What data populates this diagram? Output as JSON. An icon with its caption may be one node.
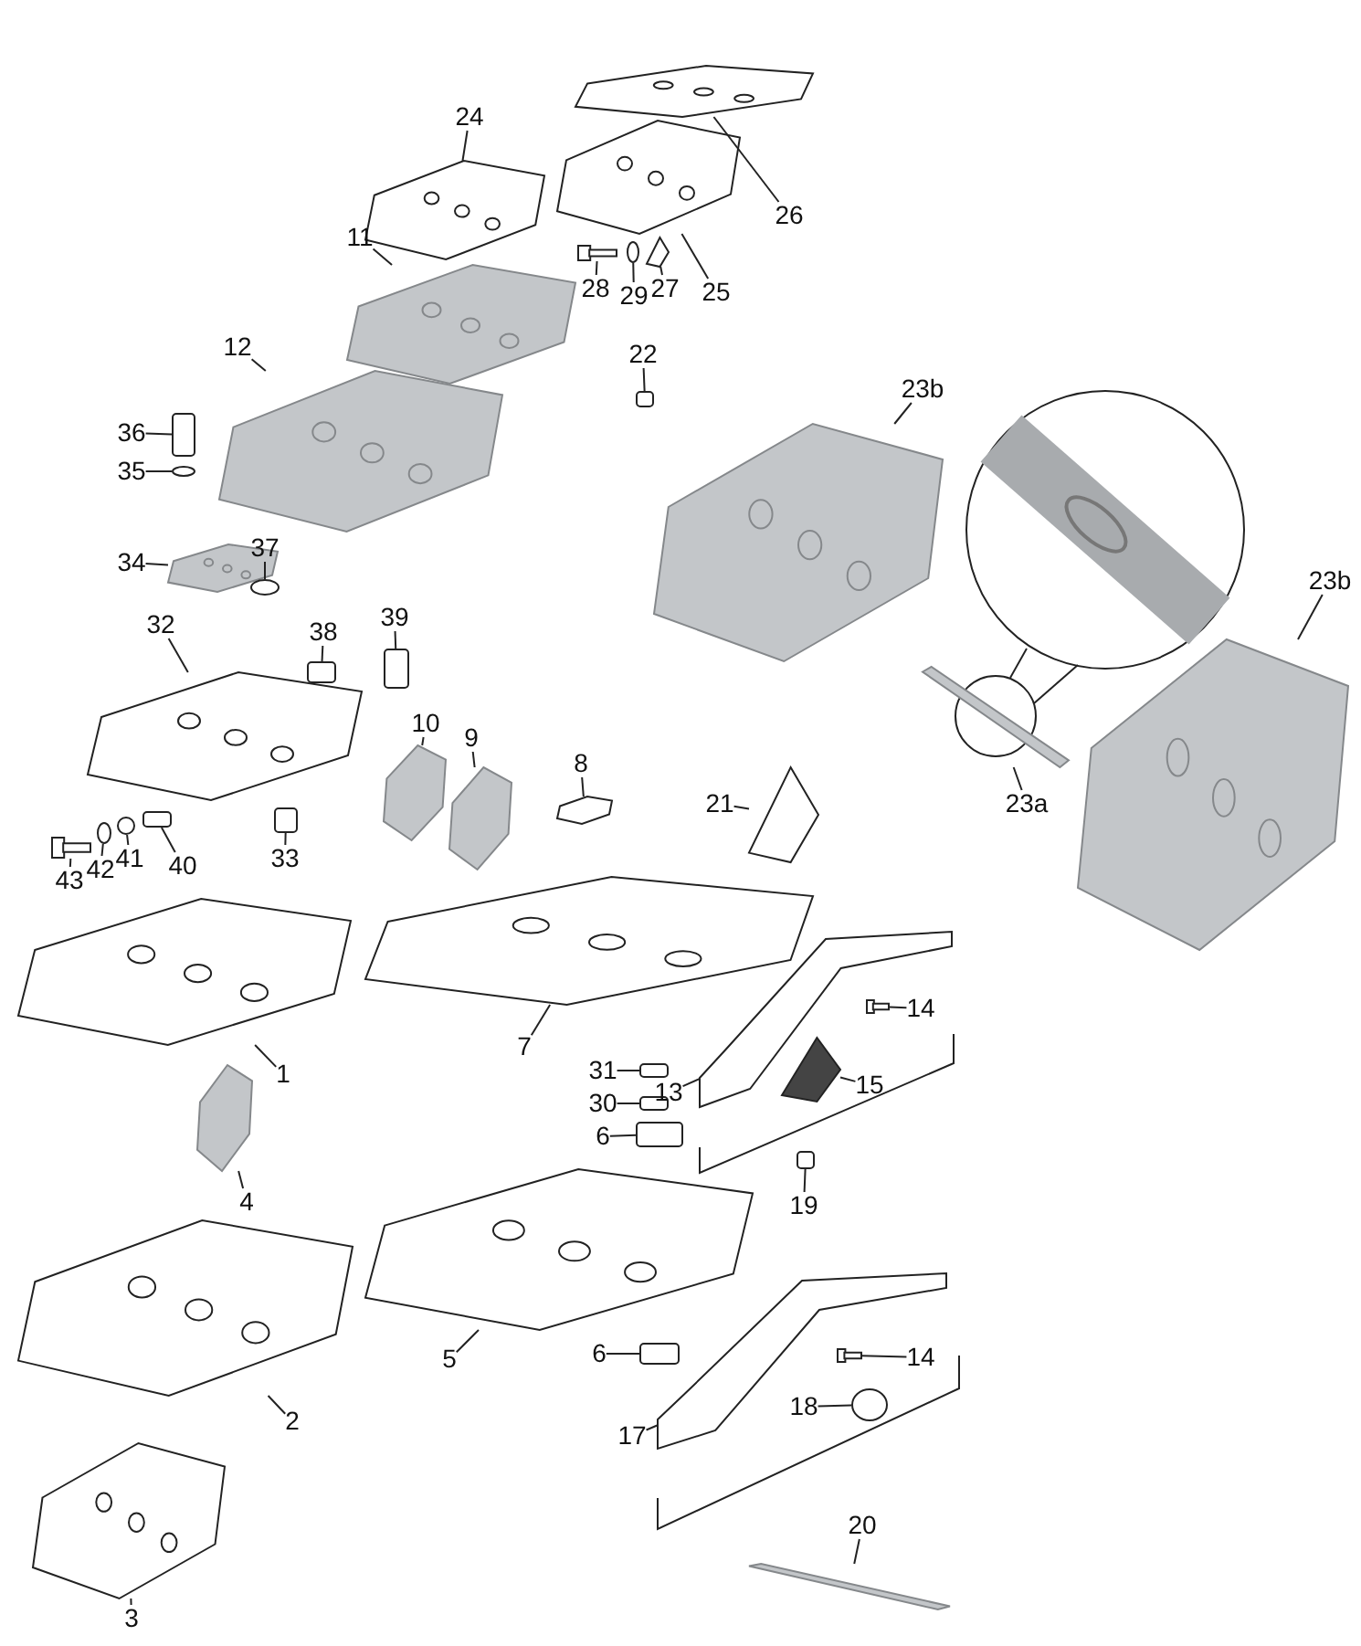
{
  "diagram": {
    "nodes": [
      {
        "text": [
          "24"
        ]
      },
      {
        "text": [],
        "shape": "picture"
      },
      {
        "text": [
          "26"
        ]
      },
      {
        "text": [],
        "shape": "picture"
      },
      {
        "text": [
          "25"
        ]
      },
      {
        "text": [],
        "shape": "picture"
      },
      {
        "text": [
          "28"
        ]
      },
      {
        "text": [],
        "shape": "picture"
      },
      {
        "text": [
          "29"
        ]
      },
      {
        "text": [],
        "shape": "circle"
      },
      {
        "text": [
          "27"
        ]
      },
      {
        "text": [],
        "shape": "picture"
      },
      {
        "text": [
          "11"
        ]
      },
      {
        "text": [],
        "shape": "picture"
      },
      {
        "text": [
          "12"
        ]
      },
      {
        "text": [],
        "shape": "picture"
      },
      {
        "text": [
          "22"
        ]
      },
      {
        "text": [],
        "shape": "box"
      },
      {
        "text": [
          "23b"
        ]
      },
      {
        "text": [],
        "shape": "picture"
      },
      {
        "text": [
          "23b"
        ]
      },
      {
        "text": [],
        "shape": "picture"
      },
      {
        "text": [
          "23a"
        ]
      },
      {
        "text": [],
        "shape": "picture"
      },
      {
        "text": [
          "36"
        ]
      },
      {
        "text": [],
        "shape": "box"
      },
      {
        "text": [
          "35"
        ]
      },
      {
        "text": [],
        "shape": "circle"
      },
      {
        "text": [
          "34"
        ]
      },
      {
        "text": [],
        "shape": "picture"
      },
      {
        "text": [
          "37"
        ]
      },
      {
        "text": [],
        "shape": "circle"
      },
      {
        "text": [
          "38"
        ]
      },
      {
        "text": [],
        "shape": "box"
      },
      {
        "text": [
          "39"
        ]
      },
      {
        "text": [],
        "shape": "box"
      },
      {
        "text": [
          "32"
        ]
      },
      {
        "text": [],
        "shape": "picture"
      },
      {
        "text": [
          "10"
        ]
      },
      {
        "text": [],
        "shape": "picture"
      },
      {
        "text": [
          "9"
        ]
      },
      {
        "text": [],
        "shape": "picture"
      },
      {
        "text": [
          "8"
        ]
      },
      {
        "text": [],
        "shape": "picture"
      },
      {
        "text": [
          "21"
        ]
      },
      {
        "text": [],
        "shape": "picture"
      },
      {
        "text": [
          "43"
        ]
      },
      {
        "text": [],
        "shape": "picture"
      },
      {
        "text": [
          "42"
        ]
      },
      {
        "text": [],
        "shape": "circle"
      },
      {
        "text": [
          "41"
        ]
      },
      {
        "text": [],
        "shape": "circle"
      },
      {
        "text": [
          "40"
        ]
      },
      {
        "text": [],
        "shape": "box"
      },
      {
        "text": [
          "33"
        ]
      },
      {
        "text": [],
        "shape": "box"
      },
      {
        "text": [
          "7"
        ]
      },
      {
        "text": [],
        "shape": "picture"
      },
      {
        "text": [
          "1"
        ]
      },
      {
        "text": [],
        "shape": "picture"
      },
      {
        "text": [
          "4"
        ]
      },
      {
        "text": [],
        "shape": "picture"
      },
      {
        "text": [
          "31"
        ]
      },
      {
        "text": [],
        "shape": "box"
      },
      {
        "text": [
          "30"
        ]
      },
      {
        "text": [],
        "shape": "box"
      },
      {
        "text": [
          "6"
        ]
      },
      {
        "text": [],
        "shape": "box"
      },
      {
        "text": [
          "14"
        ]
      },
      {
        "text": [],
        "shape": "picture"
      },
      {
        "text": [
          "15"
        ]
      },
      {
        "text": [],
        "shape": "picture"
      },
      {
        "text": [
          "13"
        ]
      },
      {
        "text": [],
        "shape": "picture"
      },
      {
        "text": [
          "19"
        ]
      },
      {
        "text": [],
        "shape": "box"
      },
      {
        "text": [
          "5"
        ]
      },
      {
        "text": [],
        "shape": "picture"
      },
      {
        "text": [
          "6"
        ]
      },
      {
        "text": [],
        "shape": "box"
      },
      {
        "text": [
          "2"
        ]
      },
      {
        "text": [],
        "shape": "picture"
      },
      {
        "text": [
          "14"
        ]
      },
      {
        "text": [],
        "shape": "picture"
      },
      {
        "text": [
          "18"
        ]
      },
      {
        "text": [],
        "shape": "circle"
      },
      {
        "text": [
          "17"
        ]
      },
      {
        "text": [],
        "shape": "picture"
      },
      {
        "text": [
          "3"
        ]
      },
      {
        "text": [],
        "shape": "picture"
      },
      {
        "text": [
          "20"
        ]
      },
      {
        "text": [],
        "shape": "picture"
      }
    ],
    "edges": [
      {
        "from": 0,
        "to": 1,
        "arrow": "none"
      },
      {
        "from": 2,
        "to": 3,
        "arrow": "none"
      },
      {
        "from": 4,
        "to": 5,
        "arrow": "none"
      },
      {
        "from": 6,
        "to": 7,
        "arrow": "none"
      },
      {
        "from": 8,
        "to": 9,
        "arrow": "none"
      },
      {
        "from": 10,
        "to": 11,
        "arrow": "none"
      },
      {
        "from": 12,
        "to": 13,
        "arrow": "none"
      },
      {
        "from": 14,
        "to": 15,
        "arrow": "none"
      },
      {
        "from": 16,
        "to": 17,
        "arrow": "none"
      },
      {
        "from": 18,
        "to": 19,
        "arrow": "none"
      },
      {
        "from": 20,
        "to": 21,
        "arrow": "none"
      },
      {
        "from": 22,
        "to": 23,
        "arrow": "none"
      },
      {
        "from": 24,
        "to": 25,
        "arrow": "none"
      },
      {
        "from": 26,
        "to": 27,
        "arrow": "none"
      },
      {
        "from": 28,
        "to": 29,
        "arrow": "none"
      },
      {
        "from": 30,
        "to": 31,
        "arrow": "none"
      },
      {
        "from": 32,
        "to": 33,
        "arrow": "none"
      },
      {
        "from": 34,
        "to": 35,
        "arrow": "none"
      },
      {
        "from": 36,
        "to": 37,
        "arrow": "none"
      },
      {
        "from": 38,
        "to": 39,
        "arrow": "none"
      },
      {
        "from": 40,
        "to": 41,
        "arrow": "none"
      },
      {
        "from": 42,
        "to": 43,
        "arrow": "none"
      },
      {
        "from": 44,
        "to": 45,
        "arrow": "none"
      },
      {
        "from": 46,
        "to": 47,
        "arrow": "none"
      },
      {
        "from": 48,
        "to": 49,
        "arrow": "none"
      },
      {
        "from": 50,
        "to": 51,
        "arrow": "none"
      },
      {
        "from": 52,
        "to": 53,
        "arrow": "none"
      },
      {
        "from": 54,
        "to": 55,
        "arrow": "none"
      },
      {
        "from": 56,
        "to": 57,
        "arrow": "none"
      },
      {
        "from": 58,
        "to": 59,
        "arrow": "none"
      },
      {
        "from": 60,
        "to": 61,
        "arrow": "none"
      },
      {
        "from": 62,
        "to": 63,
        "arrow": "none"
      },
      {
        "from": 64,
        "to": 65,
        "arrow": "none"
      },
      {
        "from": 66,
        "to": 67,
        "arrow": "none"
      },
      {
        "from": 68,
        "to": 69,
        "arrow": "none"
      },
      {
        "from": 70,
        "to": 71,
        "arrow": "none"
      },
      {
        "from": 72,
        "to": 73,
        "arrow": "none"
      },
      {
        "from": 74,
        "to": 75,
        "arrow": "none"
      },
      {
        "from": 76,
        "to": 77,
        "arrow": "none"
      },
      {
        "from": 78,
        "to": 79,
        "arrow": "none"
      },
      {
        "from": 80,
        "to": 81,
        "arrow": "none"
      },
      {
        "from": 82,
        "to": 83,
        "arrow": "none"
      },
      {
        "from": 84,
        "to": 85,
        "arrow": "none"
      },
      {
        "from": 86,
        "to": 87,
        "arrow": "none"
      },
      {
        "from": 88,
        "to": 89,
        "arrow": "none"
      },
      {
        "from": 90,
        "to": 91,
        "arrow": "none"
      }
    ]
  }
}
